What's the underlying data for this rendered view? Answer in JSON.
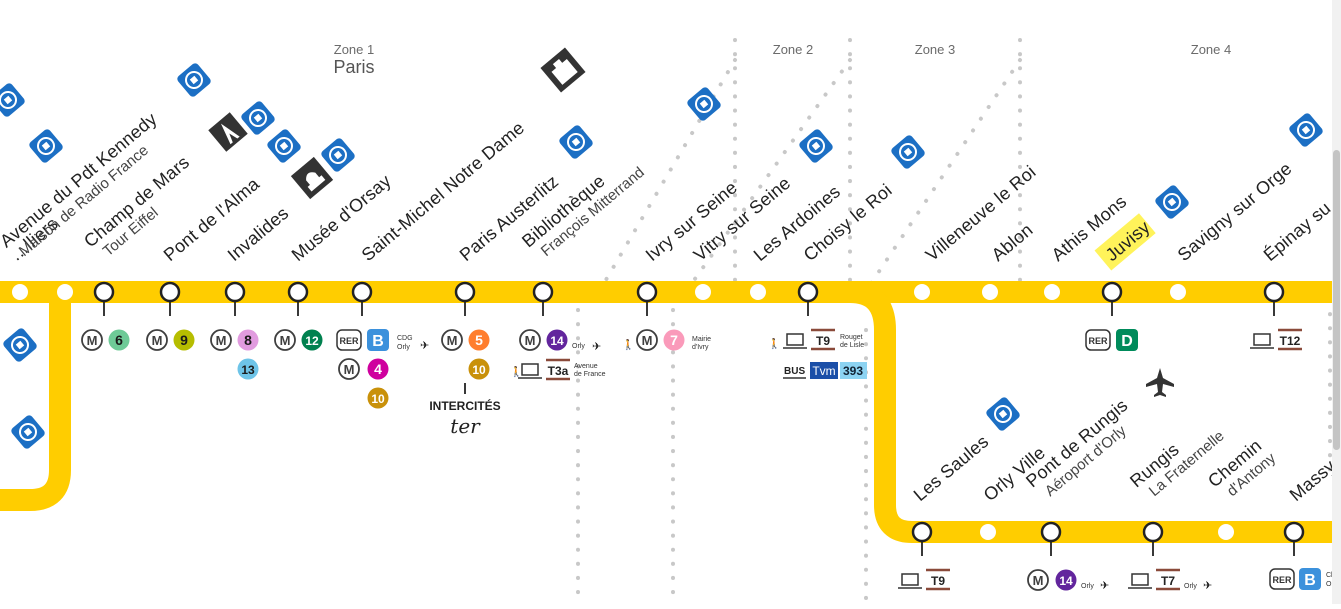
{
  "zones": {
    "zone1": {
      "label": "Zone 1",
      "city": "Paris"
    },
    "zone2": {
      "label": "Zone 2"
    },
    "zone3": {
      "label": "Zone 3"
    },
    "zone4": {
      "label": "Zone 4"
    }
  },
  "colors": {
    "line": "#FFCD00",
    "metro": "#3f3f3f",
    "rer_b": "#3c91dc",
    "rer_d": "#008b5b",
    "accessible": "#1c6fc4"
  },
  "stations": [
    {
      "id": "pereire",
      "name": "…lliers",
      "sub": "",
      "dot": "none"
    },
    {
      "id": "kennedy",
      "name": "Avenue du Pdt Kennedy",
      "sub": "Maison de Radio France",
      "dot": "none"
    },
    {
      "id": "champ",
      "name": "Champ de Mars",
      "sub": "Tour Eiffel",
      "dot": "ring",
      "metro": [
        "6"
      ]
    },
    {
      "id": "alma",
      "name": "Pont de l'Alma",
      "sub": "",
      "dot": "ring",
      "metro": [
        "9"
      ]
    },
    {
      "id": "invalides",
      "name": "Invalides",
      "sub": "",
      "dot": "ring",
      "metro": [
        "8",
        "13"
      ]
    },
    {
      "id": "orsay",
      "name": "Musée d'Orsay",
      "sub": "",
      "dot": "ring",
      "metro": [
        "12"
      ]
    },
    {
      "id": "stmichel",
      "name": "Saint-Michel Notre Dame",
      "sub": "",
      "dot": "ring",
      "metro": [
        "4",
        "10"
      ],
      "rer": "B",
      "rer_note": "CDG Orly"
    },
    {
      "id": "austerlitz",
      "name": "Paris Austerlitz",
      "sub": "",
      "dot": "ring",
      "metro": [
        "5",
        "10"
      ],
      "extra": [
        "INTERCITÉS",
        "ter"
      ]
    },
    {
      "id": "bibli",
      "name": "Bibliothèque",
      "sub": "François Mitterrand",
      "dot": "ring",
      "metro": [
        "14"
      ],
      "tram": "T3a",
      "note14": "Orly",
      "tram_note": "Avenue de France"
    },
    {
      "id": "ivry",
      "name": "Ivry sur Seine",
      "sub": "",
      "dot": "ring",
      "metro": [
        "7"
      ],
      "note": "Mairie d'Ivry"
    },
    {
      "id": "vitry",
      "name": "Vitry sur Seine",
      "sub": "",
      "dot": "plain"
    },
    {
      "id": "ardoines",
      "name": "Les Ardoines",
      "sub": "",
      "dot": "plain"
    },
    {
      "id": "choisy",
      "name": "Choisy le Roi",
      "sub": "",
      "dot": "ring",
      "tram": "T9",
      "tram_note": "Rouget de Lisle",
      "bus": [
        "Tvm",
        "393"
      ]
    },
    {
      "id": "villeneuve",
      "name": "Villeneuve le Roi",
      "sub": "",
      "dot": "plain"
    },
    {
      "id": "ablon",
      "name": "Ablon",
      "sub": "",
      "dot": "plain"
    },
    {
      "id": "athis",
      "name": "Athis Mons",
      "sub": "",
      "dot": "plain"
    },
    {
      "id": "juvisy",
      "name": "Juvisy",
      "sub": "",
      "dot": "ring",
      "rer": "D"
    },
    {
      "id": "savigny",
      "name": "Savigny sur Orge",
      "sub": "",
      "dot": "plain"
    },
    {
      "id": "epinay",
      "name": "Épinay su…",
      "sub": "",
      "dot": "ring",
      "tram": "T12"
    },
    {
      "id": "saules",
      "name": "Les Saules",
      "sub": "",
      "dot": "ring",
      "tram": "T9"
    },
    {
      "id": "orlyville",
      "name": "Orly Ville",
      "sub": "",
      "dot": "plain"
    },
    {
      "id": "rungis",
      "name": "Pont de Rungis",
      "sub": "Aéroport d'Orly",
      "dot": "ring",
      "metro": [
        "14"
      ],
      "note14": "Orly"
    },
    {
      "id": "fraternelle",
      "name": "Rungis",
      "sub": "La Fraternelle",
      "dot": "ring",
      "tram": "T7",
      "tram_note": "Orly"
    },
    {
      "id": "antony",
      "name": "Chemin",
      "sub": "d'Antony",
      "dot": "plain"
    },
    {
      "id": "massy",
      "name": "Massy…",
      "sub": "",
      "dot": "ring",
      "rer": "B",
      "rer_note": "Cl… Or…"
    }
  ],
  "labels": {
    "metro": "M",
    "rer": "RER",
    "bus": "BUS"
  }
}
